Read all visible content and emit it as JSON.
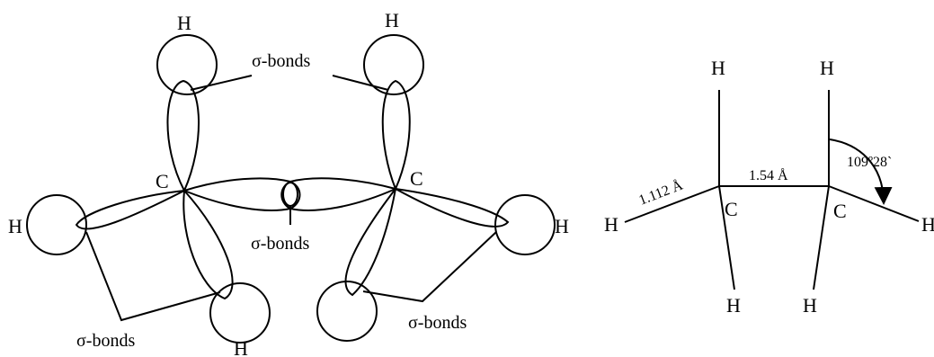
{
  "orbital_diagram": {
    "atoms": {
      "h_top_left": "H",
      "h_top_right": "H",
      "c_left": "C",
      "c_right": "C",
      "h_left": "H",
      "h_right": "H",
      "h_bottom_left": "H"
    },
    "sigma_labels": {
      "top": "σ-bonds",
      "center": "σ-bonds",
      "bottom_left": "σ-bonds",
      "bottom_right": "σ-bonds"
    }
  },
  "structural_diagram": {
    "atoms": {
      "h_top_left": "H",
      "h_top_right": "H",
      "c_left": "C",
      "c_right": "C",
      "h_left": "H",
      "h_right": "H",
      "h_bottom_left": "H",
      "h_bottom_right": "H"
    },
    "bond_lengths": {
      "c_h": "1.112 Å",
      "c_c": "1.54 Å"
    },
    "bond_angle": "109º28`"
  }
}
